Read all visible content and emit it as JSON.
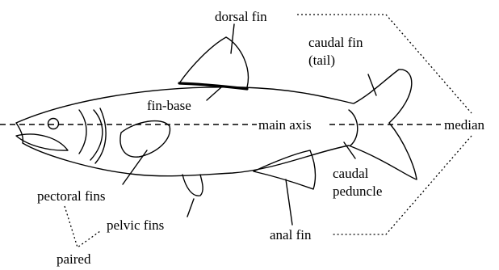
{
  "labels": {
    "dorsal_fin": "dorsal fin",
    "caudal_fin_line1": "caudal fin",
    "caudal_fin_line2": "(tail)",
    "fin_base": "fin-base",
    "main_axis": "main axis",
    "median": "median",
    "caudal_peduncle_line1": "caudal",
    "caudal_peduncle_line2": "peduncle",
    "pectoral_fins": "pectoral fins",
    "pelvic_fins": "pelvic fins",
    "anal_fin": "anal fin",
    "paired": "paired"
  }
}
